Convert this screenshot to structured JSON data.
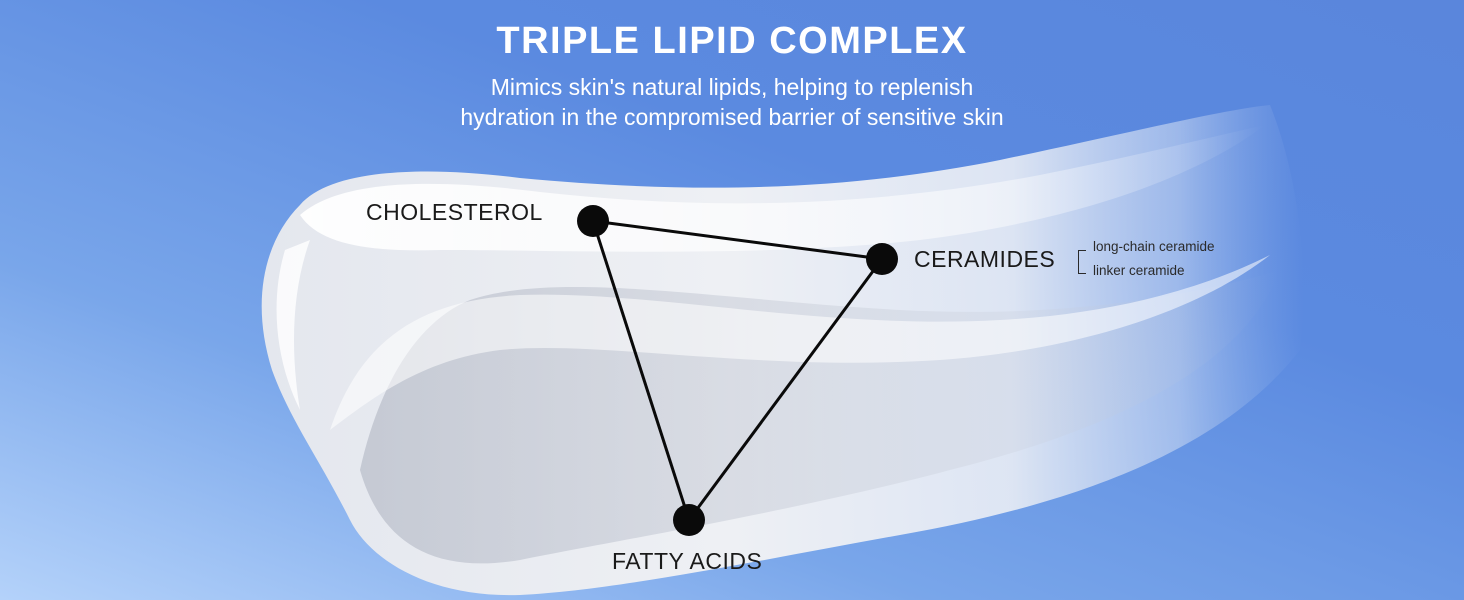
{
  "header": {
    "title": "TRIPLE LIPID COMPLEX",
    "subtitle_line1": "Mimics skin's natural lipids, helping to replenish",
    "subtitle_line2": "hydration in the compromised barrier of sensitive skin"
  },
  "diagram": {
    "nodes": {
      "cholesterol": "CHOLESTEROL",
      "ceramides": "CERAMIDES",
      "fatty_acids": "FATTY ACIDS"
    },
    "ceramide_types": [
      "long-chain ceramide",
      "linker ceramide"
    ]
  },
  "colors": {
    "background_blue": "#5b8ae0",
    "cream_white": "#eef0f4",
    "line_black": "#0a0a0a",
    "text_white": "#ffffff"
  }
}
